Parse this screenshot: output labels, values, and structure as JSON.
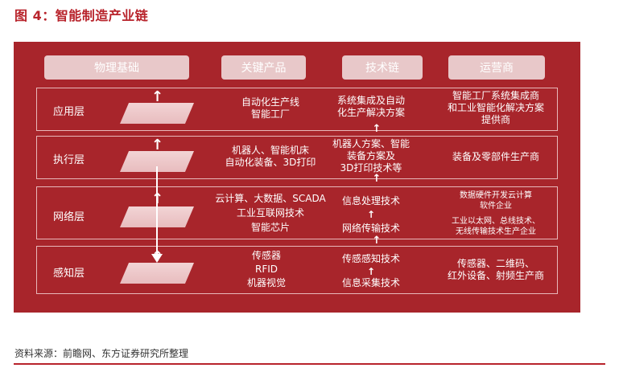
{
  "figure_title": "图 4：智能制造产业链",
  "columns": [
    "物理基础",
    "关键产品",
    "技术链",
    "运营商"
  ],
  "layers": [
    {
      "label": "应用层",
      "products": [
        "自动化生产线",
        "智能工厂"
      ],
      "tech": [
        "系统集成及自动",
        "化生产解决方案"
      ],
      "operators": [
        "智能工厂系统集成商",
        "和工业智能化解决方案",
        "提供商"
      ]
    },
    {
      "label": "执行层",
      "products": [
        "机器人、智能机床",
        "自动化装备、3D打印"
      ],
      "tech": [
        "机器人方案、智能",
        "装备方案及",
        "3D打印技术等"
      ],
      "operators": [
        "装备及零部件生产商"
      ]
    },
    {
      "label": "网络层",
      "products": [
        "云计算、大数据、SCADA",
        "工业互联网技术",
        "智能芯片"
      ],
      "tech_top": "信息处理技术",
      "tech_bottom": "网络传输技术",
      "operators_top": [
        "数据硬件开发云计算",
        "软件企业"
      ],
      "operators_bottom": [
        "工业以太网、总线技术、",
        "无线传输技术生产企业"
      ]
    },
    {
      "label": "感知层",
      "products": [
        "传感器",
        "RFID",
        "机器视觉"
      ],
      "tech_top": "传感感知技术",
      "tech_bottom": "信息采集技术",
      "operators": [
        "传感器、二维码、",
        "红外设备、射频生产商"
      ]
    }
  ],
  "source": "资料来源：前瞻网、东方证券研究所整理",
  "colors": {
    "panel": "#a8252b",
    "title": "#b8232b",
    "header_box": "#e8c8c9",
    "text": "#ffffff"
  },
  "icons": {
    "up": "up-arrow-icon",
    "down": "down-arrow-icon"
  }
}
